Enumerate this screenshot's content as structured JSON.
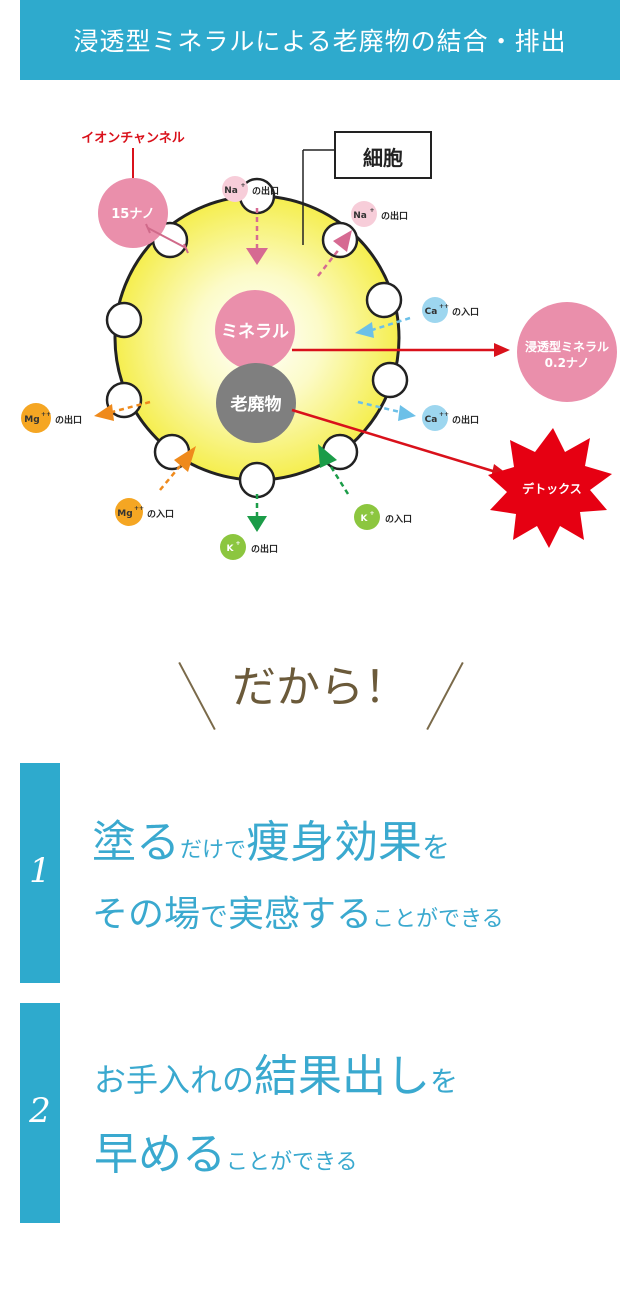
{
  "header": {
    "title": "浸透型ミネラルによる老廃物の結合・排出"
  },
  "diagram": {
    "ion_channel_label": "イオンチャンネル",
    "size_15nm": "15ナノ",
    "cell_label": "細胞",
    "mineral_label": "ミネラル",
    "waste_label": "老廃物",
    "penetrating_mineral_line1": "浸透型ミネラル",
    "penetrating_mineral_line2": "0.2ナノ",
    "detox_label": "デトックス",
    "ions": {
      "na": "Na",
      "na_charge": "+",
      "ca": "Ca",
      "ca_charge": "++",
      "mg": "Mg",
      "mg_charge": "++",
      "k": "K",
      "k_charge": "+"
    },
    "exit_label": "の出口",
    "entry_label": "の入口",
    "colors": {
      "cell": "#f6f06a",
      "mineral": "#ea8fab",
      "waste": "#7f7f7f",
      "arrow_red": "#d9111b",
      "detox": "#e60012"
    }
  },
  "dakara": "だから！",
  "points": [
    {
      "number": "1",
      "line1": {
        "a": "塗る",
        "b": "だけで",
        "c": "痩身効果",
        "d": "を"
      },
      "line2": {
        "a": "その場",
        "b": "で",
        "c": "実感する",
        "d": "ことができる"
      }
    },
    {
      "number": "2",
      "line1": {
        "a": "お手入れの",
        "b": "結果出し",
        "c": "を"
      },
      "line2": {
        "a": "早める",
        "b": "ことができる"
      }
    }
  ]
}
